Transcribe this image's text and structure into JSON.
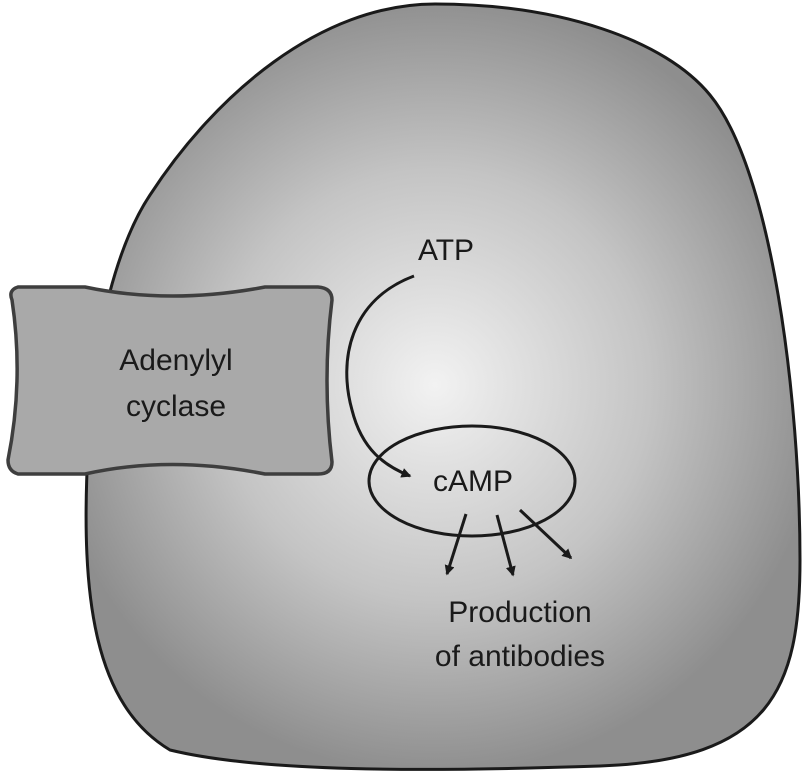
{
  "labels": {
    "atp": "ATP",
    "enzyme_line1": "Adenylyl",
    "enzyme_line2": "cyclase",
    "camp": "cAMP",
    "output_line1": "Production",
    "output_line2": "of antibodies"
  },
  "colors": {
    "cell_center": "#f2f2f2",
    "cell_mid": "#c4c4c4",
    "cell_edge": "#8e8e8e",
    "enzyme_fill": "#a9a9a9",
    "outline": "#1a1a1a",
    "enzyme_outline": "#3e3e3e",
    "text": "#1a1a1a"
  }
}
